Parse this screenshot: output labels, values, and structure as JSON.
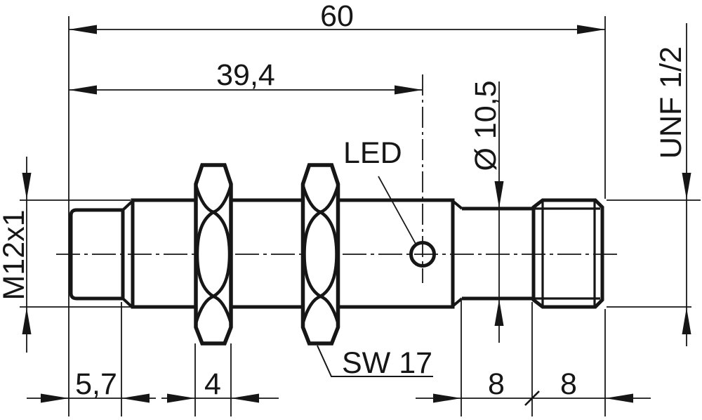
{
  "drawing": {
    "description": "Dimensional technical drawing of a cylindrical threaded proximity sensor with two hex nuts, LED indicator and rear threaded connector",
    "colors": {
      "line": "#161616",
      "background": "#ffffff"
    },
    "dimensions": {
      "overall_length": "60",
      "length_to_led": "39,4",
      "front_thread": "M12x1",
      "neck_diameter": "Ø 10,5",
      "rear_thread": "UNF 1/2",
      "front_thread_length": "5,7",
      "nut_thickness": "4",
      "neck_length": "8",
      "rear_thread_length": "8"
    },
    "labels": {
      "led": "LED",
      "wrench_size": "SW 17"
    }
  }
}
